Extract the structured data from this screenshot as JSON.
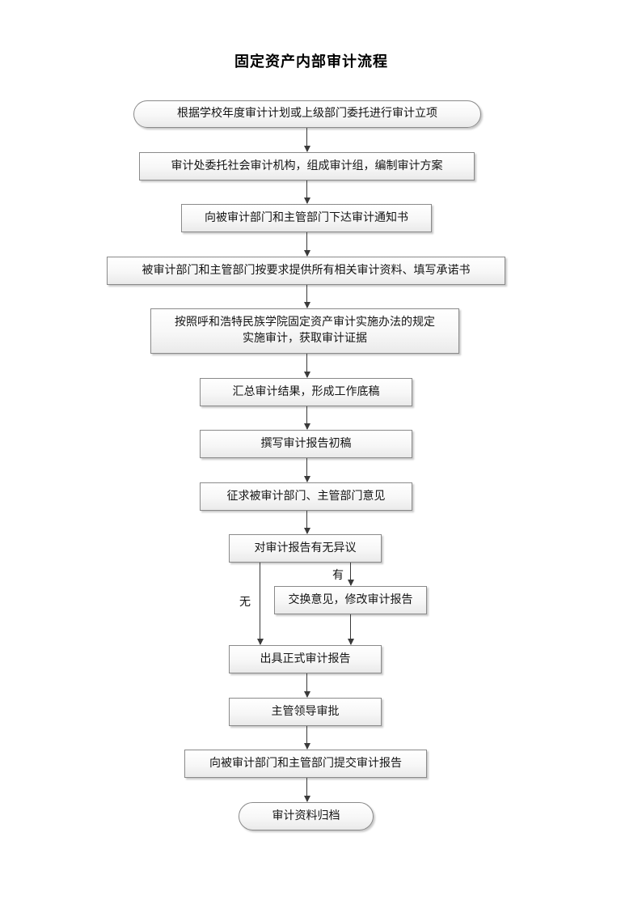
{
  "page": {
    "title": "固定资产内部审计流程"
  },
  "flowchart": {
    "nodes": [
      {
        "id": "start",
        "type": "terminator",
        "text": "根据学校年度审计计划或上级部门委托进行审计立项"
      },
      {
        "id": "form-audit-team",
        "type": "process",
        "text": "审计处委托社会审计机构，组成审计组，编制审计方案"
      },
      {
        "id": "issue-notice",
        "type": "process",
        "text": "向被审计部门和主管部门下达审计通知书"
      },
      {
        "id": "provide-materials",
        "type": "process",
        "text": "被审计部门和主管部门按要求提供所有相关审计资料、填写承诺书"
      },
      {
        "id": "implement-audit",
        "type": "process",
        "text": "按照呼和浩特民族学院固定资产审计实施办法的规定\n实施审计，获取审计证据"
      },
      {
        "id": "summarize-results",
        "type": "process",
        "text": "汇总审计结果，形成工作底稿"
      },
      {
        "id": "draft-report",
        "type": "process",
        "text": "撰写审计报告初稿"
      },
      {
        "id": "solicit-opinions",
        "type": "process",
        "text": "征求被审计部门、主管部门意见"
      },
      {
        "id": "objection-check",
        "type": "decision",
        "text": "对审计报告有无异议"
      },
      {
        "id": "revise-report",
        "type": "process",
        "text": "交换意见，修改审计报告"
      },
      {
        "id": "issue-final",
        "type": "process",
        "text": "出具正式审计报告"
      },
      {
        "id": "leader-approval",
        "type": "process",
        "text": "主管领导审批"
      },
      {
        "id": "submit-report",
        "type": "process",
        "text": "向被审计部门和主管部门提交审计报告"
      },
      {
        "id": "archive",
        "type": "terminator",
        "text": "审计资料归档"
      }
    ],
    "branch_labels": {
      "yes": "有",
      "no": "无"
    },
    "colors": {
      "box_border": "#8a8a8a",
      "box_fill_top": "#ffffff",
      "box_fill_bottom": "#eaeaea",
      "line": "#3a3a3a",
      "text": "#141414",
      "title": "#000000",
      "page_background": "#ffffff"
    }
  }
}
